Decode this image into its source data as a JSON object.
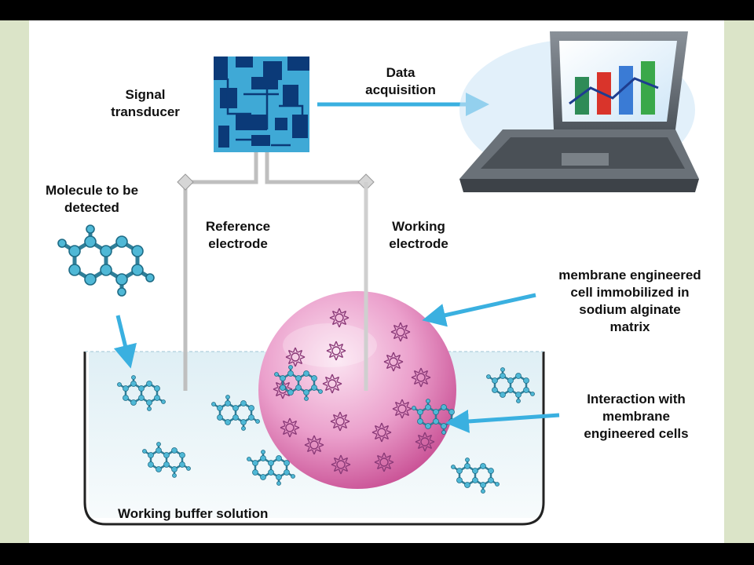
{
  "labels": {
    "signal_transducer": "Signal\ntransducer",
    "data_acquisition": "Data\nacquisition",
    "molecule": "Molecule to be\ndetected",
    "reference_electrode": "Reference\nelectrode",
    "working_electrode": "Working\nelectrode",
    "membrane_cell": "membrane engineered\ncell immobilized in\nsodium alginate\nmatrix",
    "interaction": "Interaction with\nmembrane\nengineered cells",
    "buffer": "Working buffer solution"
  },
  "laptop_bars": [
    "#2e8b57",
    "#d9342b",
    "#3a7bd5",
    "#3aa84a"
  ],
  "colors": {
    "chip": "#0b3a78",
    "chip_bg": "#3fa9d6",
    "arrow": "#3ab0e0",
    "sphere": "#e07ab4",
    "molecule": "#2f9ab8",
    "solution": "#eef6f9",
    "electrode": "#bfbfbf"
  }
}
